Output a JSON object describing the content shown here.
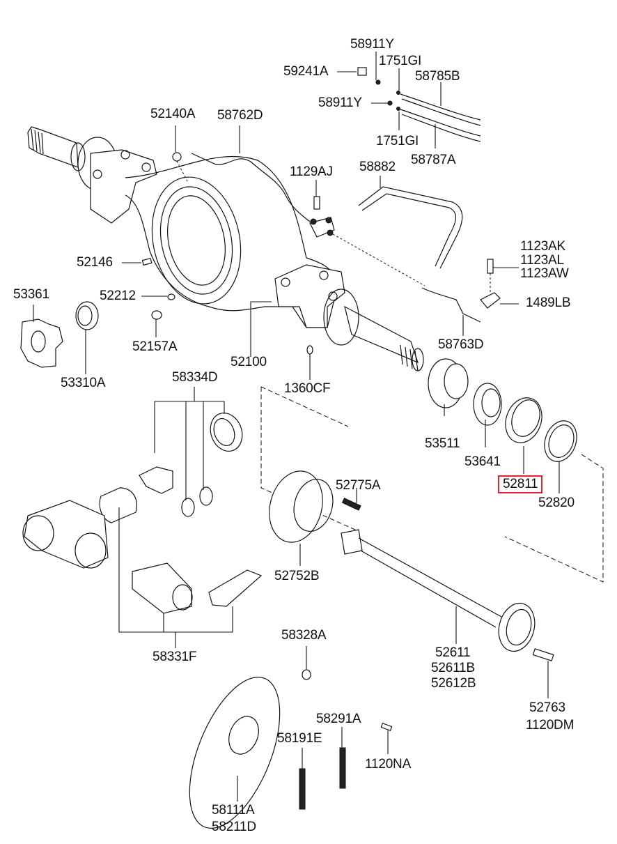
{
  "diagram": {
    "title": "Rear Axle Assembly Parts Diagram",
    "highlight_color": "#e0262b",
    "highlighted_part": "52811",
    "labels": {
      "p58911Y_top": "58911Y",
      "p1751GI_top": "1751GI",
      "p59241A": "59241A",
      "p58785B": "58785B",
      "p58911Y_mid": "58911Y",
      "p1751GI_bot": "1751GI",
      "p58787A": "58787A",
      "p52140A": "52140A",
      "p58762D": "58762D",
      "p1129AJ": "1129AJ",
      "p58882": "58882",
      "p1123AK": "1123AK",
      "p1123AL": "1123AL",
      "p1123AW": "1123AW",
      "p52146": "52146",
      "p1489LB": "1489LB",
      "p53361": "53361",
      "p52212": "52212",
      "p52157A": "52157A",
      "p58763D": "58763D",
      "p53310A": "53310A",
      "p52100": "52100",
      "p1360CF": "1360CF",
      "p58334D": "58334D",
      "p53511": "53511",
      "p53641": "53641",
      "p52811": "52811",
      "p52820": "52820",
      "p52775A": "52775A",
      "p52752B": "52752B",
      "p58331F": "58331F",
      "p58328A": "58328A",
      "p52611": "52611",
      "p52611B": "52611B",
      "p52612B": "52612B",
      "p52763": "52763",
      "p1120DM": "1120DM",
      "p58291A": "58291A",
      "p58191E": "58191E",
      "p1120NA": "1120NA",
      "p58111A": "58111A",
      "p58211D": "58211D"
    }
  }
}
